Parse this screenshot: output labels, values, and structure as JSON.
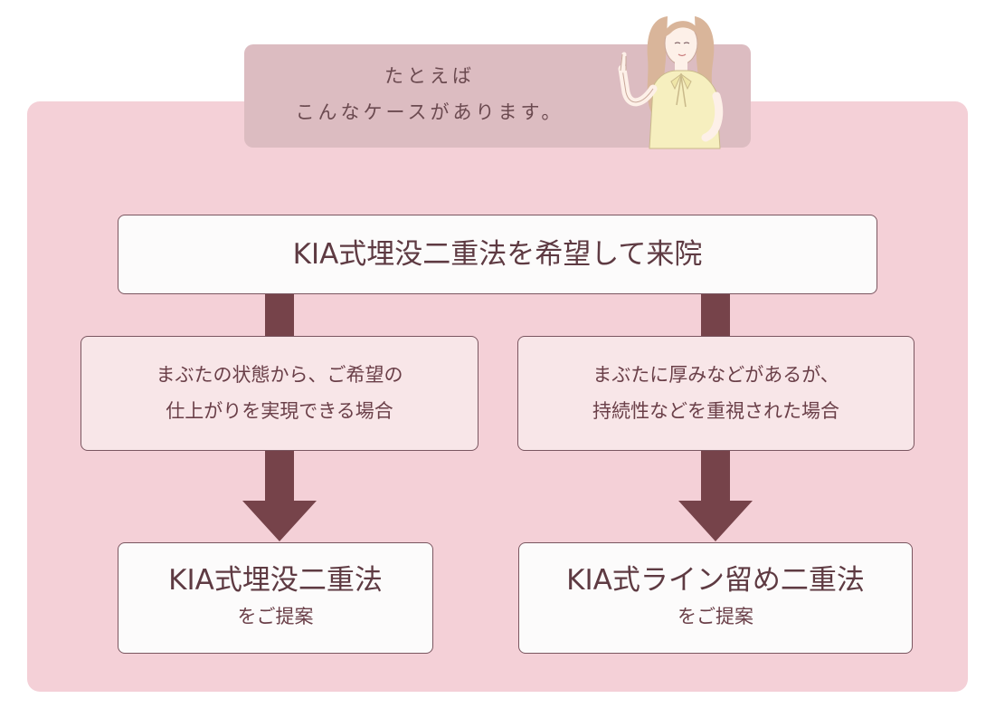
{
  "header": {
    "line1": "たとえば",
    "line2": "こんなケースがあります。"
  },
  "start": {
    "label": "KIA式埋没二重法を希望して来院"
  },
  "left_case": {
    "line1": "まぶたの状態から、ご希望の",
    "line2": "仕上がりを実現できる場合"
  },
  "right_case": {
    "line1": "まぶたに厚みなどがあるが、",
    "line2": "持続性などを重視された場合"
  },
  "left_result": {
    "title": "KIA式埋没二重法",
    "sub": "をご提案"
  },
  "right_result": {
    "title": "KIA式ライン留め二重法",
    "sub": "をご提案"
  },
  "colors": {
    "panel_bg": "#f4d0d7",
    "header_bg": "#dcbcc1",
    "arrow": "#76434a",
    "text": "#6a3f48"
  }
}
